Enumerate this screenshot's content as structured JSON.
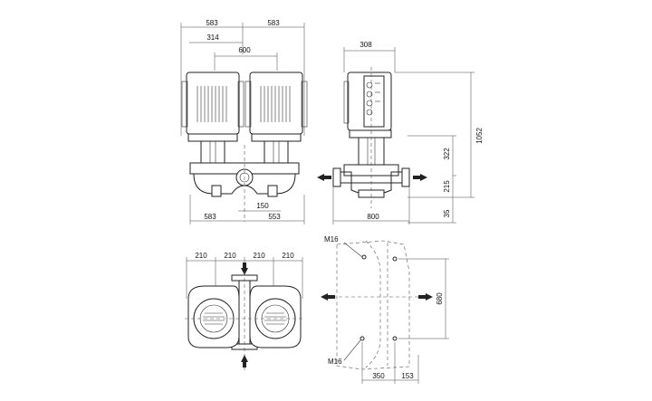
{
  "dims": {
    "front": {
      "top_left": "583",
      "top_right": "583",
      "inner_left": "314",
      "center": "600",
      "bottom_left": "583",
      "bottom_right": "553",
      "bottom_small": "150"
    },
    "side": {
      "top": "308",
      "height_total": "1052",
      "h_322": "322",
      "h_215": "215",
      "h_35": "35",
      "width": "800"
    },
    "plan": {
      "s1": "210",
      "s2": "210",
      "s3": "210",
      "s4": "210"
    },
    "foundation": {
      "bolt_top": "M16",
      "bolt_bottom": "M16",
      "height": "680",
      "w1": "350",
      "w2": "153"
    }
  },
  "colors": {
    "line": "#222222",
    "background": "#ffffff"
  }
}
